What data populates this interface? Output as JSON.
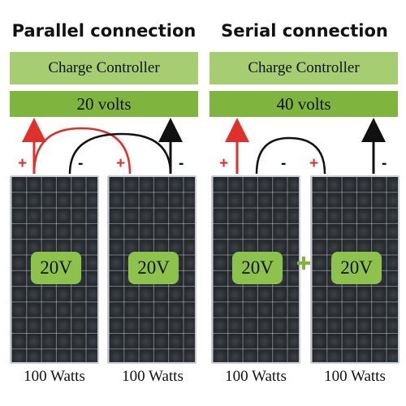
{
  "left": {
    "heading": "Parallel connection",
    "controller_label": "Charge Controller",
    "voltage_label": "20 volts",
    "panels": [
      {
        "badge": "20V",
        "watts": "100 Watts",
        "pos_sign": "+",
        "neg_sign": "-"
      },
      {
        "badge": "20V",
        "watts": "100 Watts",
        "pos_sign": "+",
        "neg_sign": "-"
      }
    ]
  },
  "right": {
    "heading": "Serial connection",
    "controller_label": "Charge Controller",
    "voltage_label": "40 volts",
    "panels": [
      {
        "badge": "20V",
        "watts": "100 Watts",
        "pos_sign": "+",
        "neg_sign": "-"
      },
      {
        "badge": "20V",
        "watts": "100 Watts",
        "pos_sign": "+",
        "neg_sign": "-"
      }
    ]
  },
  "colors": {
    "controller_light": "#a6cd72",
    "controller_dark": "#7fb43f",
    "badge": "#8dc24c",
    "positive_wire": "#e0302a",
    "negative_wire": "#111111"
  },
  "icons": [
    "up-arrow-icon",
    "plus-sign-icon"
  ]
}
